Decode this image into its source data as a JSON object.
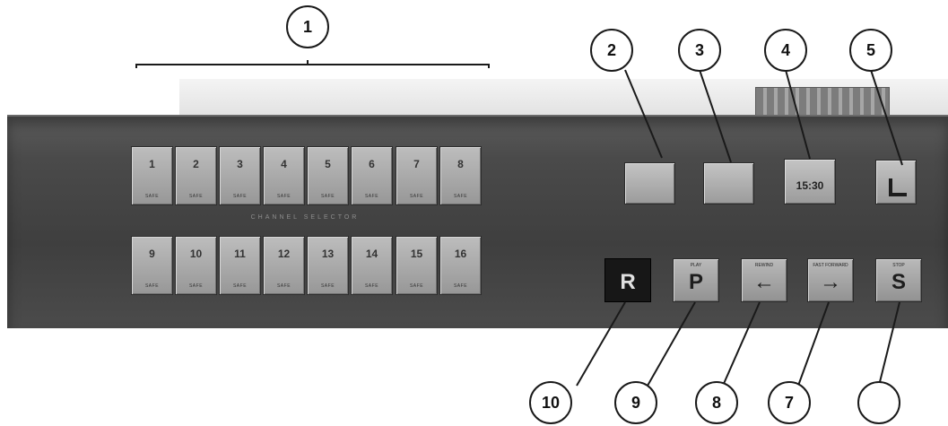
{
  "callouts": [
    "1",
    "2",
    "3",
    "4",
    "5",
    "",
    "7",
    "8",
    "9",
    "10"
  ]
}
